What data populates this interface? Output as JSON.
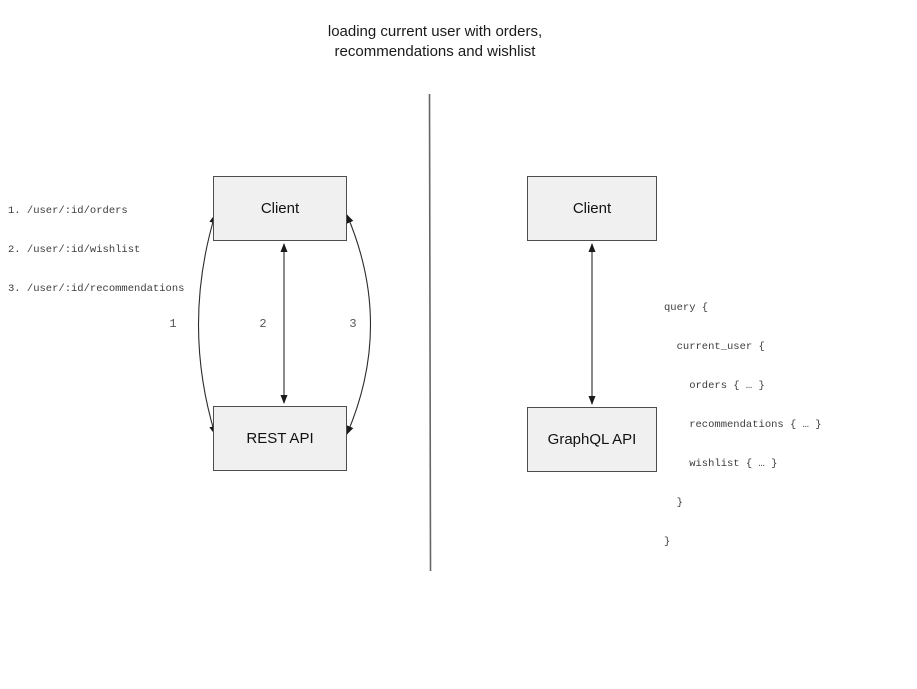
{
  "title": {
    "line1": "loading current user with orders,",
    "line2": "recommendations and wishlist"
  },
  "rest_side": {
    "client_label": "Client",
    "api_label": "REST API",
    "endpoints": [
      "1. /user/:id/orders",
      "2. /user/:id/wishlist",
      "3. /user/:id/recommendations"
    ],
    "arrow_labels": [
      "1",
      "2",
      "3"
    ]
  },
  "graphql_side": {
    "client_label": "Client",
    "api_label": "GraphQL API",
    "query_lines": [
      "query {",
      "  current_user {",
      "    orders { … }",
      "    recommendations { … }",
      "    wishlist { … }",
      "  }",
      "}"
    ]
  },
  "colors": {
    "box_fill": "#f0f0f0",
    "box_border": "#4d4d4d",
    "arrow_stroke": "#2b2b2b",
    "divider_stroke": "#666666",
    "mono_text": "#3d3d3d",
    "label_text": "#555555"
  }
}
